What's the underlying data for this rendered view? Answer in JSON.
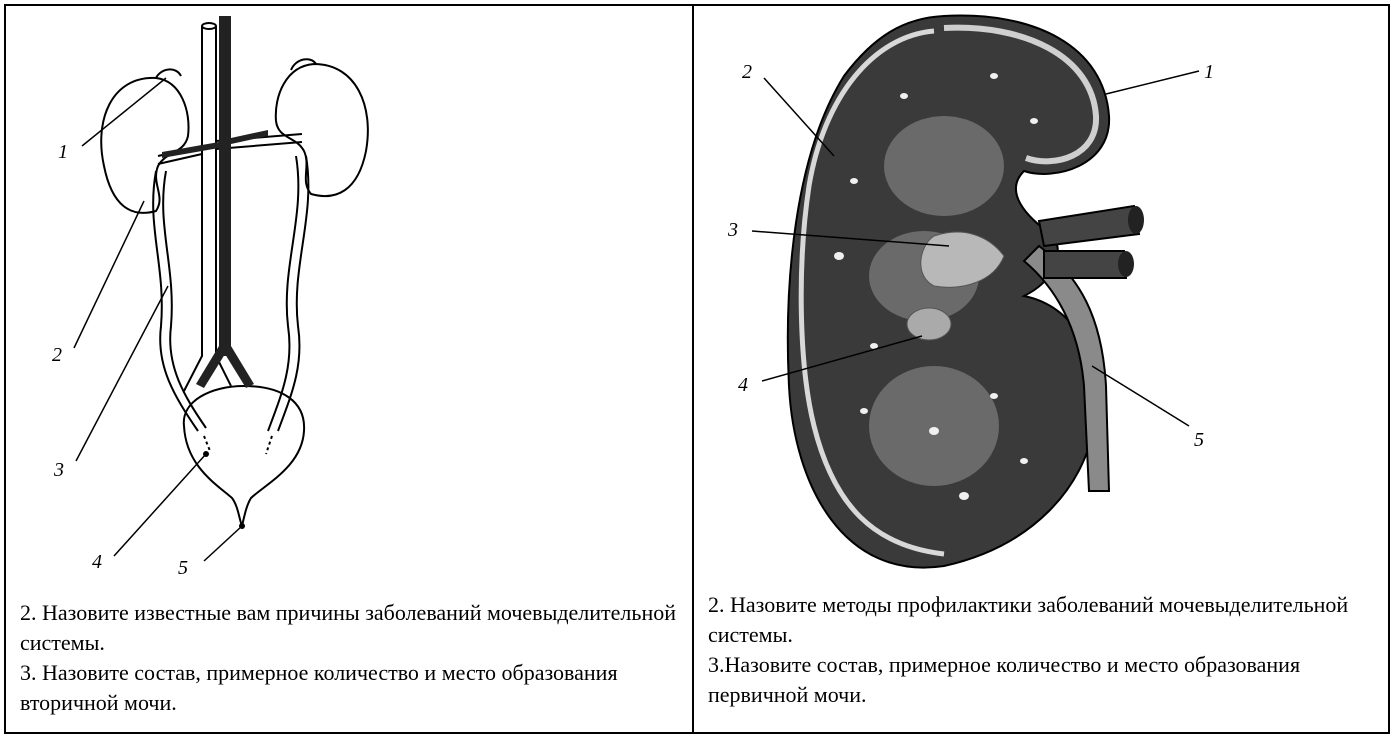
{
  "left_cell": {
    "callouts": [
      "1",
      "2",
      "3",
      "4",
      "5"
    ],
    "questions": [
      "2. Назовите известные вам причины заболеваний мочевыделительной системы.",
      "3. Назовите состав, примерное количество и место образования вторичной мочи."
    ]
  },
  "right_cell": {
    "callouts": [
      "1",
      "2",
      "3",
      "4",
      "5"
    ],
    "questions": [
      "2. Назовите методы профилактики заболеваний мочевыделительной системы.",
      "3.Назовите состав, примерное количество и место образования первичной мочи."
    ]
  }
}
